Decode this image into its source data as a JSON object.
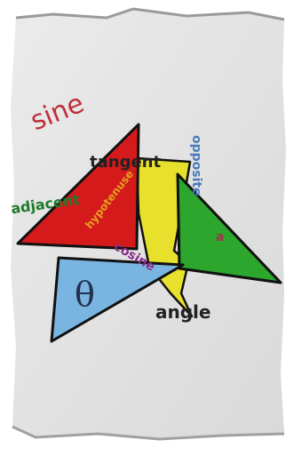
{
  "photo": {
    "labels": {
      "sine": "sine",
      "tangent": "tangent",
      "adjacent": "adjacent",
      "hypotenuse": "hypotenuse",
      "cosine": "cosine",
      "opposite": "opposite",
      "a": "a",
      "theta": "θ",
      "angle": "angle"
    },
    "colors": {
      "paper": "#e2e2e2",
      "red_triangle": "#d41a1a",
      "yellow_shape": "#e7e02c",
      "green_triangle": "#2ca62c",
      "blue_triangle": "#7ab4e0",
      "outline": "#111111",
      "sine_text": "#c0303a",
      "tangent_text": "#222222",
      "adjacent_text": "#1f7a2a",
      "hypotenuse_text": "#e8a020",
      "cosine_text": "#8a2b8a",
      "opposite_text": "#4a79b8",
      "a_text": "#a83050",
      "theta_text": "#203050",
      "angle_text": "#222222"
    }
  }
}
